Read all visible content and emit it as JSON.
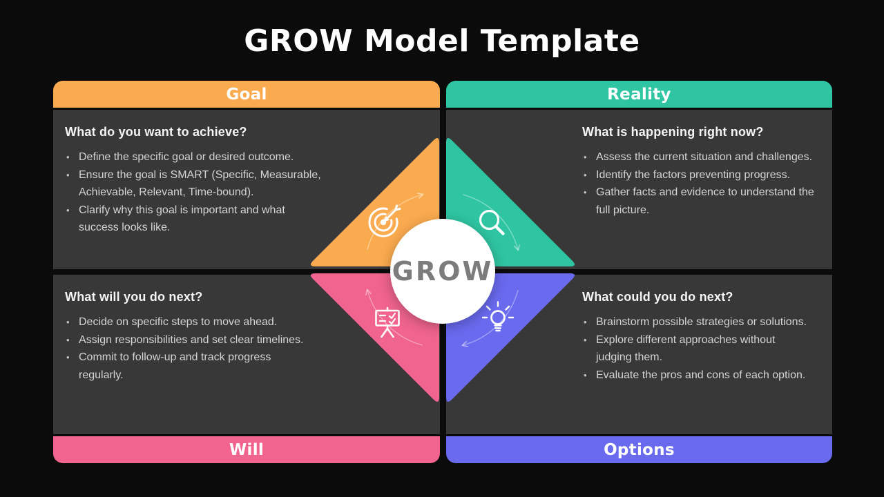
{
  "title": "GROW Model Template",
  "center_label": "GROW",
  "colors": {
    "background": "#0b0b0b",
    "card": "#383838",
    "goal": "#FBAB4F",
    "reality": "#2FC5A2",
    "will": "#F0648F",
    "options": "#6A6AEF",
    "center_text": "#7c7c7c"
  },
  "quadrants": {
    "goal": {
      "label": "Goal",
      "icon": "target-icon",
      "question": "What do you want to achieve?",
      "bullets": [
        "Define the specific goal or desired outcome.",
        "Ensure the goal is SMART (Specific, Measurable, Achievable, Relevant, Time-bound).",
        "Clarify why this goal is important and what success looks like."
      ]
    },
    "reality": {
      "label": "Reality",
      "icon": "magnifier-icon",
      "question": "What is happening right now?",
      "bullets": [
        "Assess the current situation and challenges.",
        "Identify the factors preventing progress.",
        "Gather facts and evidence to understand the full picture."
      ]
    },
    "will": {
      "label": "Will",
      "icon": "presentation-board-icon",
      "question": "What will you do next?",
      "bullets": [
        "Decide on specific steps to move ahead.",
        "Assign responsibilities and set clear timelines.",
        "Commit to follow-up and track progress regularly."
      ]
    },
    "options": {
      "label": "Options",
      "icon": "lightbulb-icon",
      "question": "What could you do next?",
      "bullets": [
        "Brainstorm possible strategies or solutions.",
        "Explore different approaches without judging them.",
        "Evaluate the pros and cons of each option."
      ]
    }
  }
}
